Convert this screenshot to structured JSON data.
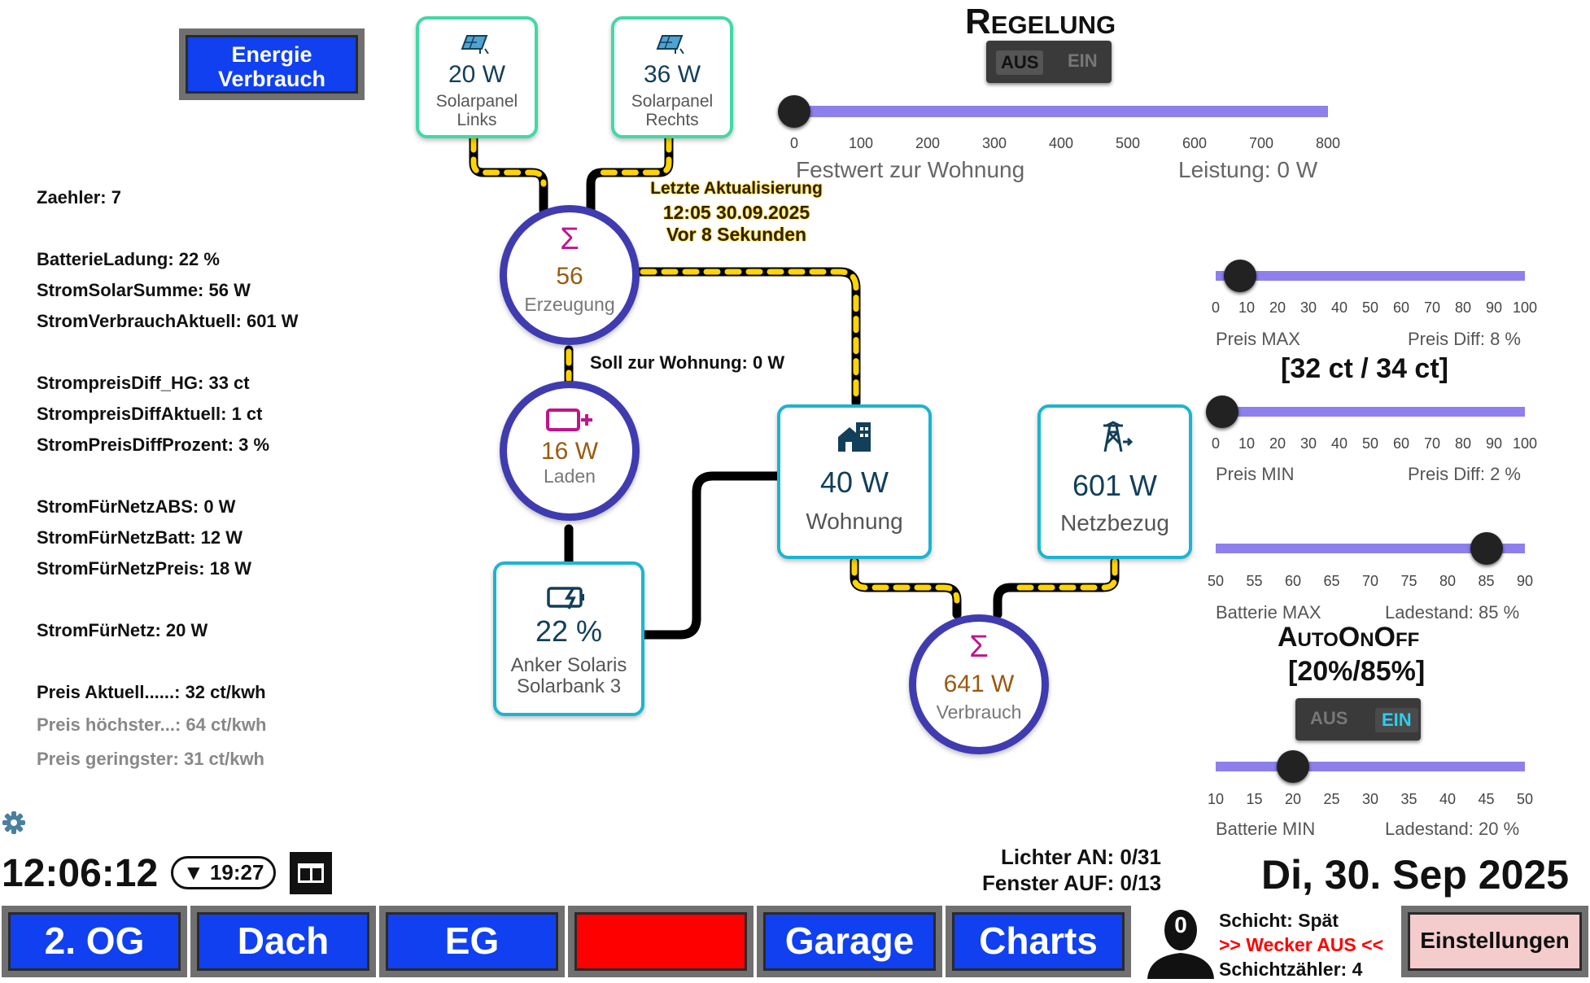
{
  "energy_button": {
    "line1": "Energie",
    "line2": "Verbrauch"
  },
  "stats": {
    "zaehler": "Zaehler: 7",
    "batterie_ladung": "BatterieLadung: 22 %",
    "strom_solar_summe": "StromSolarSumme: 56 W",
    "strom_verbrauch_aktuell": "StromVerbrauchAktuell: 601 W",
    "strompreis_diff_hg": "StrompreisDiff_HG: 33 ct",
    "strompreis_diff_aktuell": "StrompreisDiffAktuell: 1 ct",
    "strompreis_diff_prozent": "StromPreisDiffProzent: 3 %",
    "strom_fuer_netz_abs": "StromFürNetzABS: 0 W",
    "strom_fuer_netz_batt": "StromFürNetzBatt: 12 W",
    "strom_fuer_netz_preis": "StromFürNetzPreis: 18 W",
    "strom_fuer_netz": "StromFürNetz: 20 W",
    "preis_aktuell": "Preis Aktuell......: 32 ct/kwh",
    "preis_hoechster": "Preis höchster...: 64 ct/kwh",
    "preis_geringster": "Preis geringster: 31 ct/kwh"
  },
  "flow": {
    "solar_links": {
      "value": "20 W",
      "label1": "Solarpanel",
      "label2": "Links"
    },
    "solar_rechts": {
      "value": "36 W",
      "label1": "Solarpanel",
      "label2": "Rechts"
    },
    "erzeugung": {
      "sigma": "Σ",
      "value": "56",
      "label": "Erzeugung"
    },
    "laden": {
      "value": "16 W",
      "label": "Laden"
    },
    "battery": {
      "value": "22 %",
      "label1": "Anker Solaris",
      "label2": "Solarbank 3"
    },
    "wohnung": {
      "value": "40 W",
      "label": "Wohnung"
    },
    "netzbezug": {
      "value": "601 W",
      "label": "Netzbezug"
    },
    "verbrauch": {
      "sigma": "Σ",
      "value": "641 W",
      "label": "Verbrauch"
    },
    "update_title": "Letzte Aktualisierung",
    "update_time": "12:05 30.09.2025",
    "update_ago": "Vor 8 Sekunden",
    "soll": "Soll zur Wohnung: 0 W"
  },
  "regelung": {
    "title": "Regelung",
    "toggle_off": "AUS",
    "toggle_on": "EIN",
    "state": "AUS",
    "slider_value": 0,
    "ticks": [
      "0",
      "100",
      "200",
      "300",
      "400",
      "500",
      "600",
      "700",
      "800"
    ],
    "caption_left": "Festwert zur Wohnung",
    "caption_right": "Leistung: 0 W"
  },
  "preis_max": {
    "value": 8,
    "ticks": [
      "0",
      "10",
      "20",
      "30",
      "40",
      "50",
      "60",
      "70",
      "80",
      "90",
      "100"
    ],
    "caption_left": "Preis MAX",
    "caption_right": "Preis Diff: 8 %"
  },
  "price_range": "[32 ct / 34 ct]",
  "preis_min": {
    "value": 2,
    "ticks": [
      "0",
      "10",
      "20",
      "30",
      "40",
      "50",
      "60",
      "70",
      "80",
      "90",
      "100"
    ],
    "caption_left": "Preis MIN",
    "caption_right": "Preis Diff: 2 %"
  },
  "batterie_max": {
    "value": 85,
    "ticks": [
      "50",
      "55",
      "60",
      "65",
      "70",
      "75",
      "80",
      "85",
      "90"
    ],
    "caption_left": "Batterie MAX",
    "caption_right": "Ladestand: 85 %"
  },
  "auto_on_off": {
    "title": "AutoOnOff",
    "range": "[20%/85%]",
    "toggle_off": "AUS",
    "toggle_on": "EIN",
    "state": "EIN"
  },
  "batterie_min": {
    "value": 20,
    "ticks": [
      "10",
      "15",
      "20",
      "25",
      "30",
      "35",
      "40",
      "45",
      "50"
    ],
    "caption_left": "Batterie MIN",
    "caption_right": "Ladestand: 20 %"
  },
  "status": {
    "clock": "12:06:12",
    "timer": "▼ 19:27",
    "lights": "Lichter AN: 0/31",
    "windows": "Fenster AUF: 0/13",
    "date": "Di, 30. Sep 2025",
    "person_count": "0",
    "shift": "Schicht: Spät",
    "alarm": ">> Wecker AUS <<",
    "shift_counter": "Schichtzähler: 4"
  },
  "nav": {
    "og2": "2. OG",
    "dach": "Dach",
    "eg": "EG",
    "red": "",
    "garage": "Garage",
    "charts": "Charts",
    "einstellungen": "Einstellungen"
  },
  "colors": {
    "accent_blue": "#1040f0",
    "slider": "#8d80ec",
    "card_border": "#1cb4d2",
    "circle_border": "#3f3bb0",
    "wire_dash": "#ffd400"
  }
}
